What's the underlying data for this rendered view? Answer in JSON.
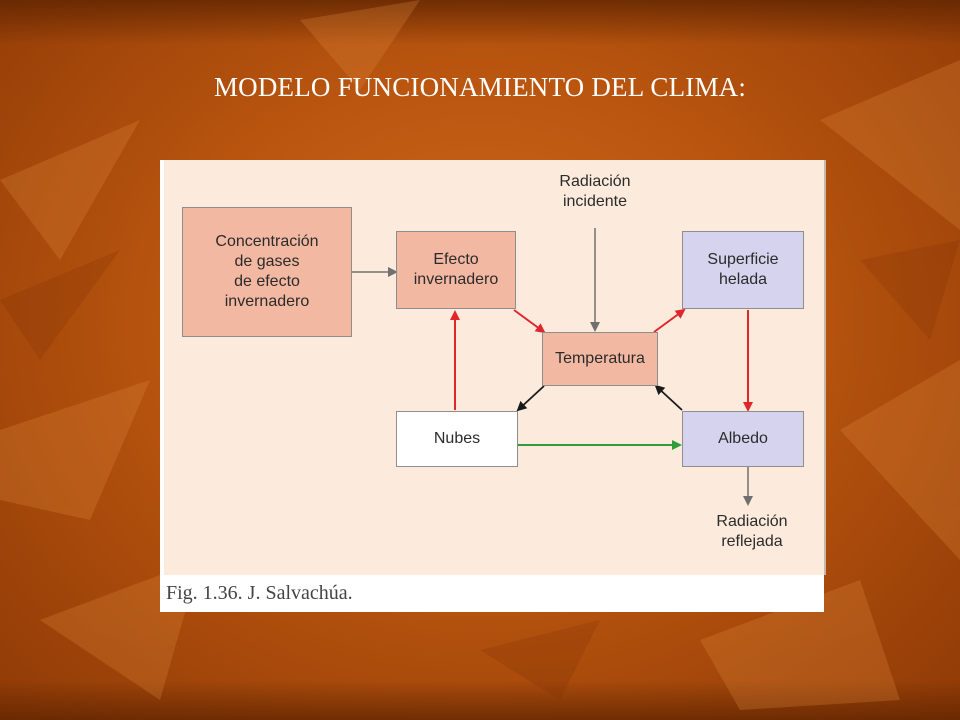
{
  "slide": {
    "title": "MODELO FUNCIONAMIENTO DEL CLIMA:"
  },
  "diagram": {
    "nodes": {
      "concentracion": "Concentración\nde gases\nde efecto\ninvernadero",
      "efecto": "Efecto\ninvernadero",
      "radiacion_incidente": "Radiación\nincidente",
      "superficie": "Superficie\nhelada",
      "temperatura": "Temperatura",
      "nubes": "Nubes",
      "albedo": "Albedo",
      "radiacion_reflejada": "Radiación\nreflejada"
    },
    "caption": "Fig. 1.36.  J. Salvachúa.",
    "colors": {
      "red_arrow": "#e0262b",
      "black_arrow": "#1a1a1a",
      "green_arrow": "#2f9e3a",
      "gray_arrow": "#6f6f6f"
    }
  }
}
